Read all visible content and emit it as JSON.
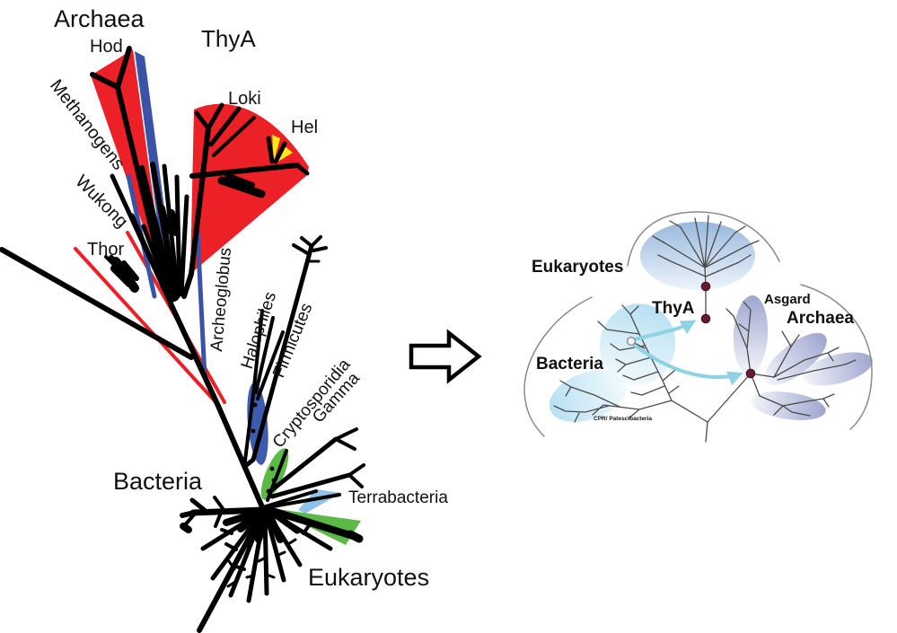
{
  "figure": {
    "left_tree": {
      "archaea_title": "Archaea",
      "gene_label": "ThyA",
      "bacteria_label": "Bacteria",
      "eukaryotes_label": "Eukaryotes",
      "clades": {
        "hod": "Hod",
        "loki": "Loki",
        "hel": "Hel",
        "methanogens": "Methanogens",
        "wukong": "Wukong",
        "thor": "Thor",
        "archeoglobus": "Archeoglobus",
        "halophiles": "Halophiles",
        "firmicutes": "Firmicutes",
        "cryptosporidia": "Cryptosporidia",
        "gamma": "Gamma",
        "terrabacteria": "Terrabacteria"
      }
    },
    "right_diagram": {
      "labels": {
        "eukaryotes": "Eukaryotes",
        "thya": "ThyA",
        "asgard": "Asgard",
        "archaea": "Archaea",
        "bacteria": "Bacteria",
        "cpr": "CPR/ Patescibacteria"
      }
    },
    "colors": {
      "red": "#EC2027",
      "blue": "#3A53A5",
      "dark_blue": "#3D5CAE",
      "yellow": "#FFE81A",
      "green": "#5CB947",
      "light_blue": "#8FC1E9",
      "cyan_arrow": "#8ED2E4",
      "node_dot": "#671A38",
      "euk_fan": "#98B8DC",
      "bacteria_fan": "#B7E0F2",
      "archaea_fan": "#9EA6CF"
    }
  }
}
